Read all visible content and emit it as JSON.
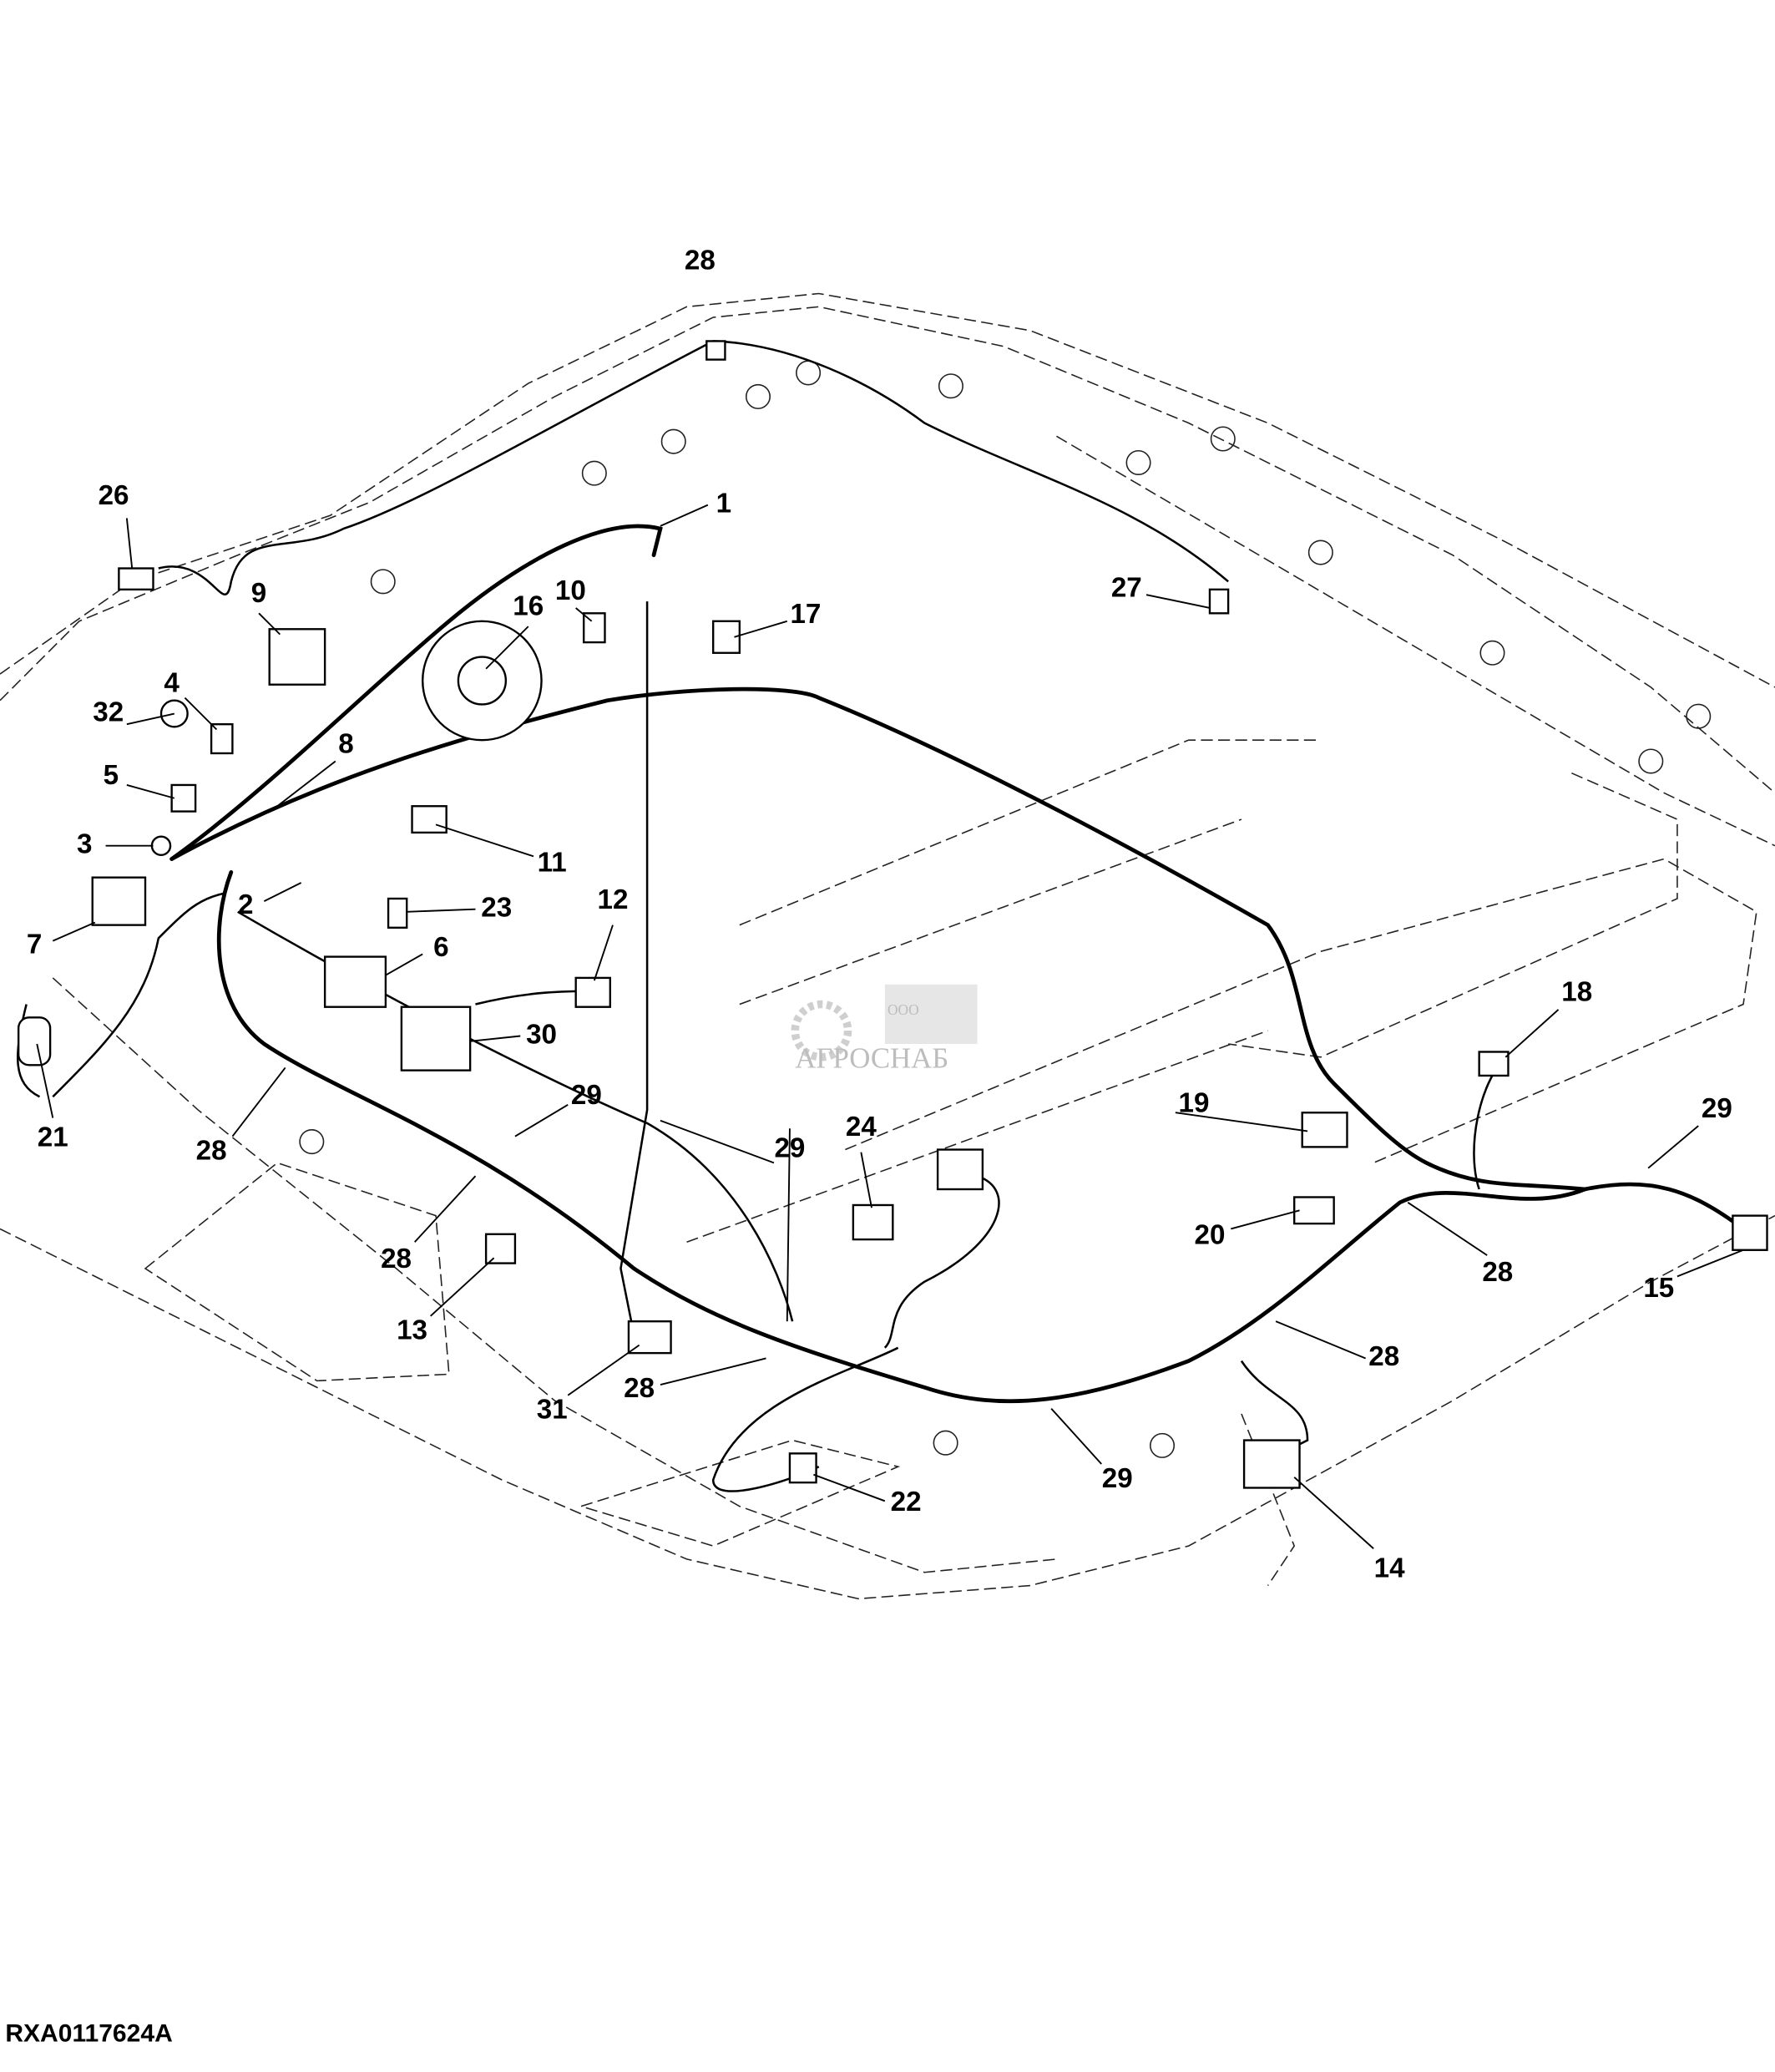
{
  "figure_id": "RXA0117624A",
  "watermark": {
    "prefix": "ООО",
    "name": "АГРОСНАБ"
  },
  "callouts": [
    "1",
    "2",
    "3",
    "4",
    "5",
    "6",
    "7",
    "8",
    "9",
    "10",
    "11",
    "12",
    "13",
    "14",
    "15",
    "16",
    "17",
    "18",
    "19",
    "20",
    "21",
    "22",
    "23",
    "24",
    "26",
    "27",
    "28",
    "29",
    "30",
    "31",
    "32"
  ]
}
